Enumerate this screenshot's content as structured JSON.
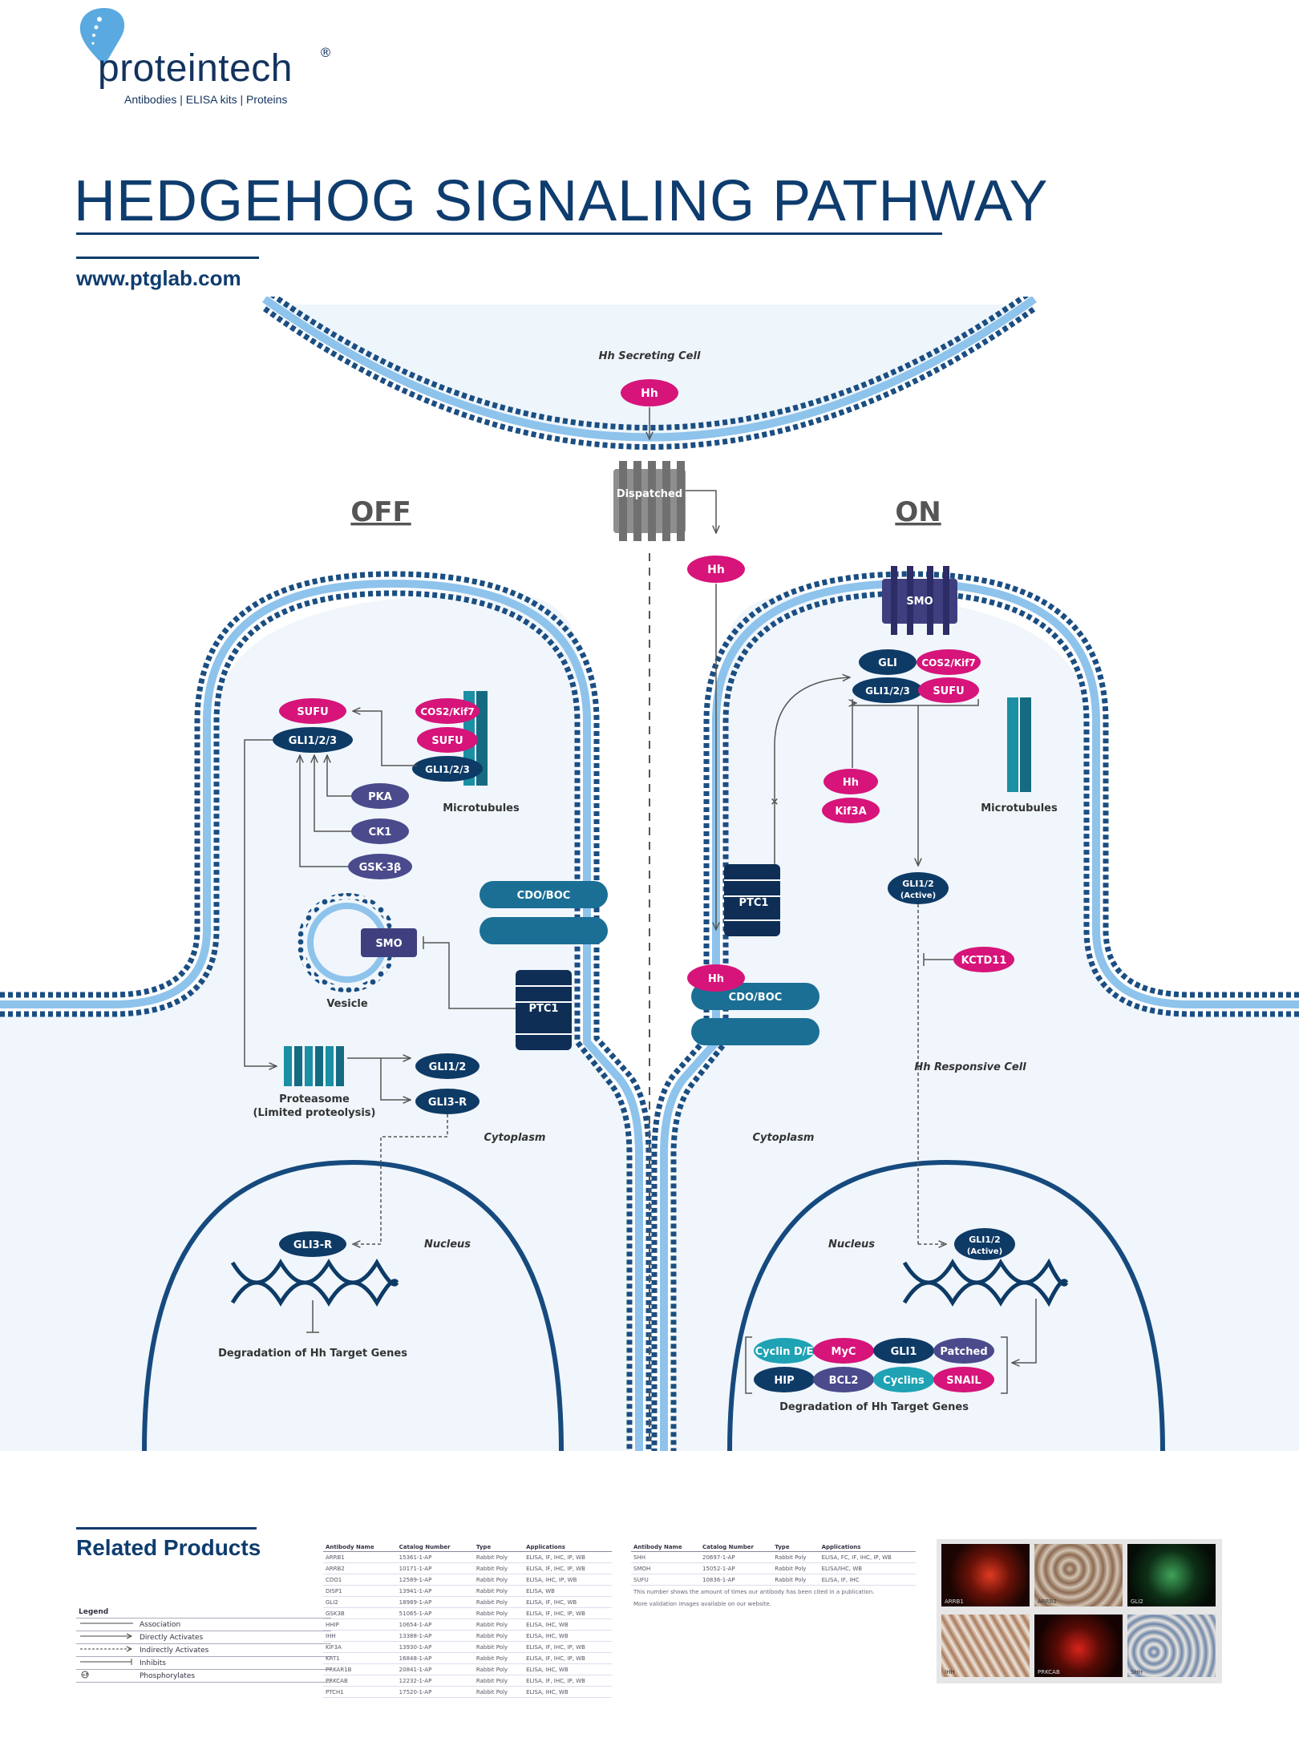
{
  "header": {
    "logo": "proteintech",
    "logo_mark": "®",
    "tagline": "Antibodies  |  ELISA kits  |  Proteins",
    "title": "HEDGEHOG SIGNALING PATHWAY",
    "url": "www.ptglab.com"
  },
  "diagram": {
    "secreting_cell": "Hh Secreting Cell",
    "off_label": "OFF",
    "on_label": "ON",
    "hh": "Hh",
    "dispatched": "Dispatched",
    "off": {
      "sufu": "SUFU",
      "gli123": "GLI1/2/3",
      "cos2": "COS2/Kif7",
      "sufu2": "SUFU",
      "gli123_b": "GLI1/2/3",
      "microtubules": "Microtubules",
      "pka": "PKA",
      "ck1": "CK1",
      "gsk3b": "GSK-3β",
      "cdo_boc": "CDO/BOC",
      "smo": "SMO",
      "vesicle": "Vesicle",
      "ptc1": "PTC1",
      "proteasome": "Proteasome",
      "proteolysis": "(Limited proteolysis)",
      "gli12": "GLI1/2",
      "gli3r": "GLI3-R",
      "cytoplasm": "Cytoplasm",
      "nucleus": "Nucleus",
      "gli3r_nuc": "GLI3-R",
      "degradation": "Degradation of Hh Target Genes"
    },
    "on": {
      "smo": "SMO",
      "gli": "GLI",
      "cos2": "COS2/Kif7",
      "gli123": "GLI1/2/3",
      "sufu": "SUFU",
      "microtubules": "Microtubules",
      "hh": "Hh",
      "kif3a": "Kif3A",
      "ptc1": "PTC1",
      "hh_bound": "Hh",
      "cdo_boc": "CDO/BOC",
      "gli12_active_1": "GLI1/2",
      "gli12_active_2": "(Active)",
      "kctd11": "KCTD11",
      "responsive_cell": "Hh Responsive Cell",
      "cytoplasm": "Cytoplasm",
      "nucleus": "Nucleus",
      "gli12_nuc_1": "GLI1/2",
      "gli12_nuc_2": "(Active)",
      "targets": [
        "Cyclin D/E",
        "MyC",
        "GLI1",
        "Patched",
        "HIP",
        "BCL2",
        "Cyclins",
        "SNAIL"
      ],
      "degradation": "Degradation of Hh Target Genes"
    }
  },
  "related": {
    "title": "Related Products",
    "legend_title": "Legend",
    "legend": [
      "Association",
      "Directly Activates",
      "Indirectly Activates",
      "Inhibits",
      "Phosphorylates"
    ],
    "headers": [
      "Antibody Name",
      "Catalog Number",
      "Type",
      "Applications"
    ],
    "table1": [
      [
        "ARRB1",
        "15361-1-AP",
        "Rabbit Poly",
        "ELISA, IF, IHC, IP, WB"
      ],
      [
        "ARRB2",
        "10171-1-AP",
        "Rabbit Poly",
        "ELISA, IF, IHC, IP, WB"
      ],
      [
        "CDO1",
        "12589-1-AP",
        "Rabbit Poly",
        "ELISA, IHC, IP, WB"
      ],
      [
        "DISP1",
        "13941-1-AP",
        "Rabbit Poly",
        "ELISA, WB"
      ],
      [
        "GLI2",
        "18989-1-AP",
        "Rabbit Poly",
        "ELISA, IF, IHC, WB"
      ],
      [
        "GSK3B",
        "51065-1-AP",
        "Rabbit Poly",
        "ELISA, IF, IHC, IP, WB"
      ],
      [
        "HHIP",
        "10654-1-AP",
        "Rabbit Poly",
        "ELISA, IHC, WB"
      ],
      [
        "IHH",
        "13388-1-AP",
        "Rabbit Poly",
        "ELISA, IHC, WB"
      ],
      [
        "KIF3A",
        "13930-1-AP",
        "Rabbit Poly",
        "ELISA, IF, IHC, IP, WB"
      ],
      [
        "KRT1",
        "16848-1-AP",
        "Rabbit Poly",
        "ELISA, IF, IHC, IP, WB"
      ],
      [
        "PRKAR1B",
        "20841-1-AP",
        "Rabbit Poly",
        "ELISA, IHC, WB"
      ],
      [
        "PRKCAB",
        "12232-1-AP",
        "Rabbit Poly",
        "ELISA, IF, IHC, IP, WB"
      ],
      [
        "PTCH1",
        "17520-1-AP",
        "Rabbit Poly",
        "ELISA, IHC, WB"
      ]
    ],
    "table2": [
      [
        "SHH",
        "20697-1-AP",
        "Rabbit Poly",
        "ELISA, FC, IF, IHC, IP, WB"
      ],
      [
        "SMOH",
        "15052-1-AP",
        "Rabbit Poly",
        "ELISA/IHC, WB"
      ],
      [
        "SUFU",
        "10836-1-AP",
        "Rabbit Poly",
        "ELISA, IF, IHC"
      ]
    ],
    "note1": "This number shows the amount of times our antibody has been cited in a publication.",
    "note2": "More validation images available on our website.",
    "thumb_labels": [
      "ARRB1",
      "ARRB2",
      "GLI2",
      "IHH",
      "PRKCAB",
      "SHH"
    ]
  }
}
